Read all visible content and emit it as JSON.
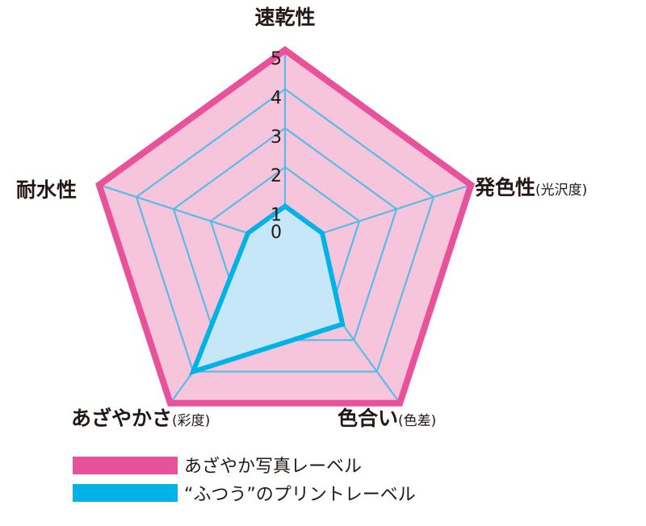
{
  "chart_data": {
    "type": "radar",
    "axes": [
      {
        "label": "速乾性",
        "sub": ""
      },
      {
        "label": "発色性",
        "sub": "(光沢度)"
      },
      {
        "label": "色合い",
        "sub": "(色差)"
      },
      {
        "label": "あざやかさ",
        "sub": "(彩度)"
      },
      {
        "label": "耐水性",
        "sub": ""
      }
    ],
    "range": [
      0,
      5
    ],
    "ticks": [
      "0",
      "1",
      "2",
      "3",
      "4",
      "5"
    ],
    "series": [
      {
        "name": "あざやか写真レーベル",
        "values": [
          5,
          5,
          5,
          5,
          5
        ],
        "color": "#e8529a",
        "fill": "#f6c5dc"
      },
      {
        "name": "“ふつう”のプリントレーベル",
        "values": [
          1,
          1,
          2.5,
          4,
          1
        ],
        "color": "#00b2e5",
        "fill": "#c6e7f8"
      }
    ],
    "grid_color": "#55bde8",
    "legend_position": "bottom"
  }
}
